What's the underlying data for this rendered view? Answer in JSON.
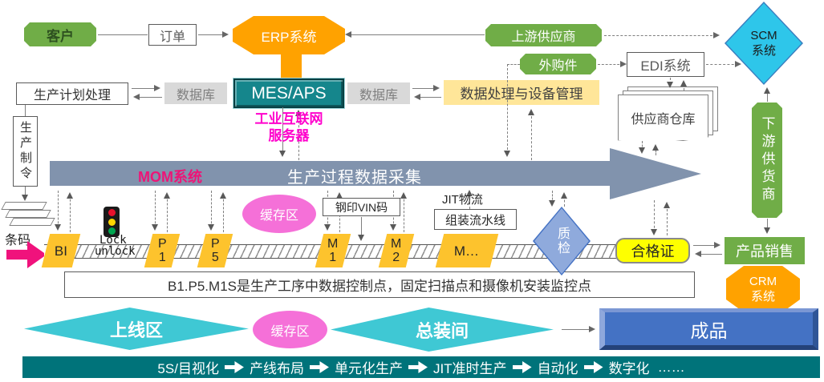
{
  "colors": {
    "green": "#70ad47",
    "orange": "#ffa200",
    "mes_teal": "#15868c",
    "band": "#8193ad",
    "cyan": "#3fc8d4",
    "pink_ellipse": "#f570d8",
    "magenta_text": "#ff00cc",
    "mom_text": "#ee1477",
    "station_yellow": "#fdc32d",
    "bar_teal": "#00737a",
    "qc_blue": "#8faadc",
    "scm_cyan": "#2ec6ea",
    "finished_blue": "#4472c4",
    "cert_yellow": "#feff00",
    "mgmt_yellow": "#ffe699",
    "pink_arrow": "#f0127c"
  },
  "nodes": {
    "customer": "客户",
    "order": "订单",
    "erp": "ERP系统",
    "upstream": "上游供应商",
    "scm_line1": "SCM",
    "scm_line2": "系统",
    "purchased": "外购件",
    "edi": "EDI系统",
    "warehouse": "供应商仓库",
    "planning": "生产计划处理",
    "db_left": "数据库",
    "mes": "MES/APS",
    "db_right": "数据库",
    "mgmt": "数据处理与设备管理",
    "iiot1": "工业互联网",
    "iiot2": "服务器",
    "production_order": "生产制令",
    "barcode": "条码",
    "mom": "MOM系统",
    "collect": "生产过程数据采集",
    "lock": "Lock",
    "unlock": "unlock",
    "buffer_mid": "缓存区",
    "vin": "钢印VIN码",
    "jit": "JIT物流",
    "assembly": "组装流水线",
    "qc": "质检",
    "cert": "合格证",
    "sales": "产品销售",
    "downstream": "下游供货商",
    "crm_line1": "CRM",
    "crm_line2": "系统",
    "note": "B1.P5.M1S是生产工序中数据控制点，固定扫描点和摄像机安装监控点"
  },
  "stations": [
    {
      "l1": "BI",
      "l2": ""
    },
    {
      "l1": "P",
      "l2": "1"
    },
    {
      "l1": "P",
      "l2": "5"
    },
    {
      "l1": "M",
      "l2": "1"
    },
    {
      "l1": "M",
      "l2": "2"
    },
    {
      "l1": "M…",
      "l2": ""
    }
  ],
  "bottom": {
    "online": "上线区",
    "buffer": "缓存区",
    "assembly_shop": "总装间",
    "finished": "成品",
    "bar_items": [
      "5S/目视化",
      "产线布局",
      "单元化生产",
      "JIT准时生产",
      "自动化",
      "数字化"
    ],
    "bar_suffix": "……"
  }
}
